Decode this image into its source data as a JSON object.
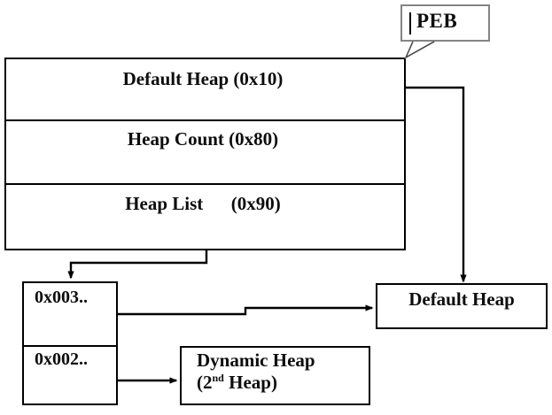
{
  "diagram": {
    "title": "PEB heap structure diagram",
    "callout": {
      "label": "PEB",
      "border_color": "#848484",
      "caret": "text-caret"
    },
    "peb_struct": {
      "rows": [
        {
          "label": "Default Heap (0x10)",
          "field": "Default Heap",
          "offset": "0x10"
        },
        {
          "label": "Heap Count (0x80)",
          "field": "Heap Count",
          "offset": "0x80"
        },
        {
          "label": "Heap List      (0x90)",
          "field": "Heap List",
          "offset": "0x90"
        }
      ]
    },
    "heap_list": {
      "entries": [
        {
          "label": "0x003.."
        },
        {
          "label": "0x002.."
        }
      ]
    },
    "heaps": [
      {
        "id": "default-heap",
        "label": "Default Heap"
      },
      {
        "id": "dynamic-heap",
        "line1": "Dynamic Heap",
        "line2_prefix": "(2",
        "line2_sup": "nd",
        "line2_suffix": " Heap)"
      }
    ],
    "colors": {
      "stroke": "#000000",
      "callout_stroke": "#848484",
      "text": "#0d0d0d",
      "background": "#ffffff"
    }
  }
}
